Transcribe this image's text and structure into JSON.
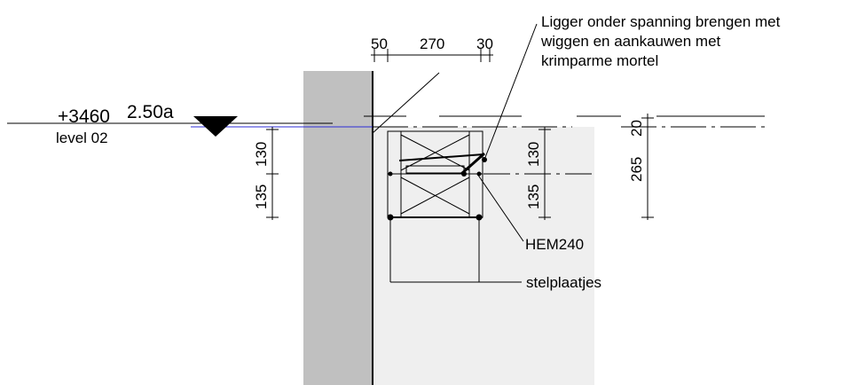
{
  "annotations": {
    "note_line1": "Ligger onder spanning brengen met",
    "note_line2": "wiggen en aankauwen met",
    "note_line3": "krimparme mortel",
    "beam": "HEM240",
    "plates": "stelplaatjes"
  },
  "level": {
    "elevation": "+3460",
    "code": "2.50a",
    "name": "level 02"
  },
  "dimensions": {
    "top_a": "50",
    "top_b": "270",
    "top_c": "30",
    "left_upper": "130",
    "left_lower": "135",
    "mid_upper": "130",
    "mid_lower": "135",
    "right_upper": "20",
    "right_lower": "265"
  },
  "colors": {
    "wall": "#c0c0c0",
    "slab": "#efefef",
    "level_line": "#2b2bd6"
  }
}
